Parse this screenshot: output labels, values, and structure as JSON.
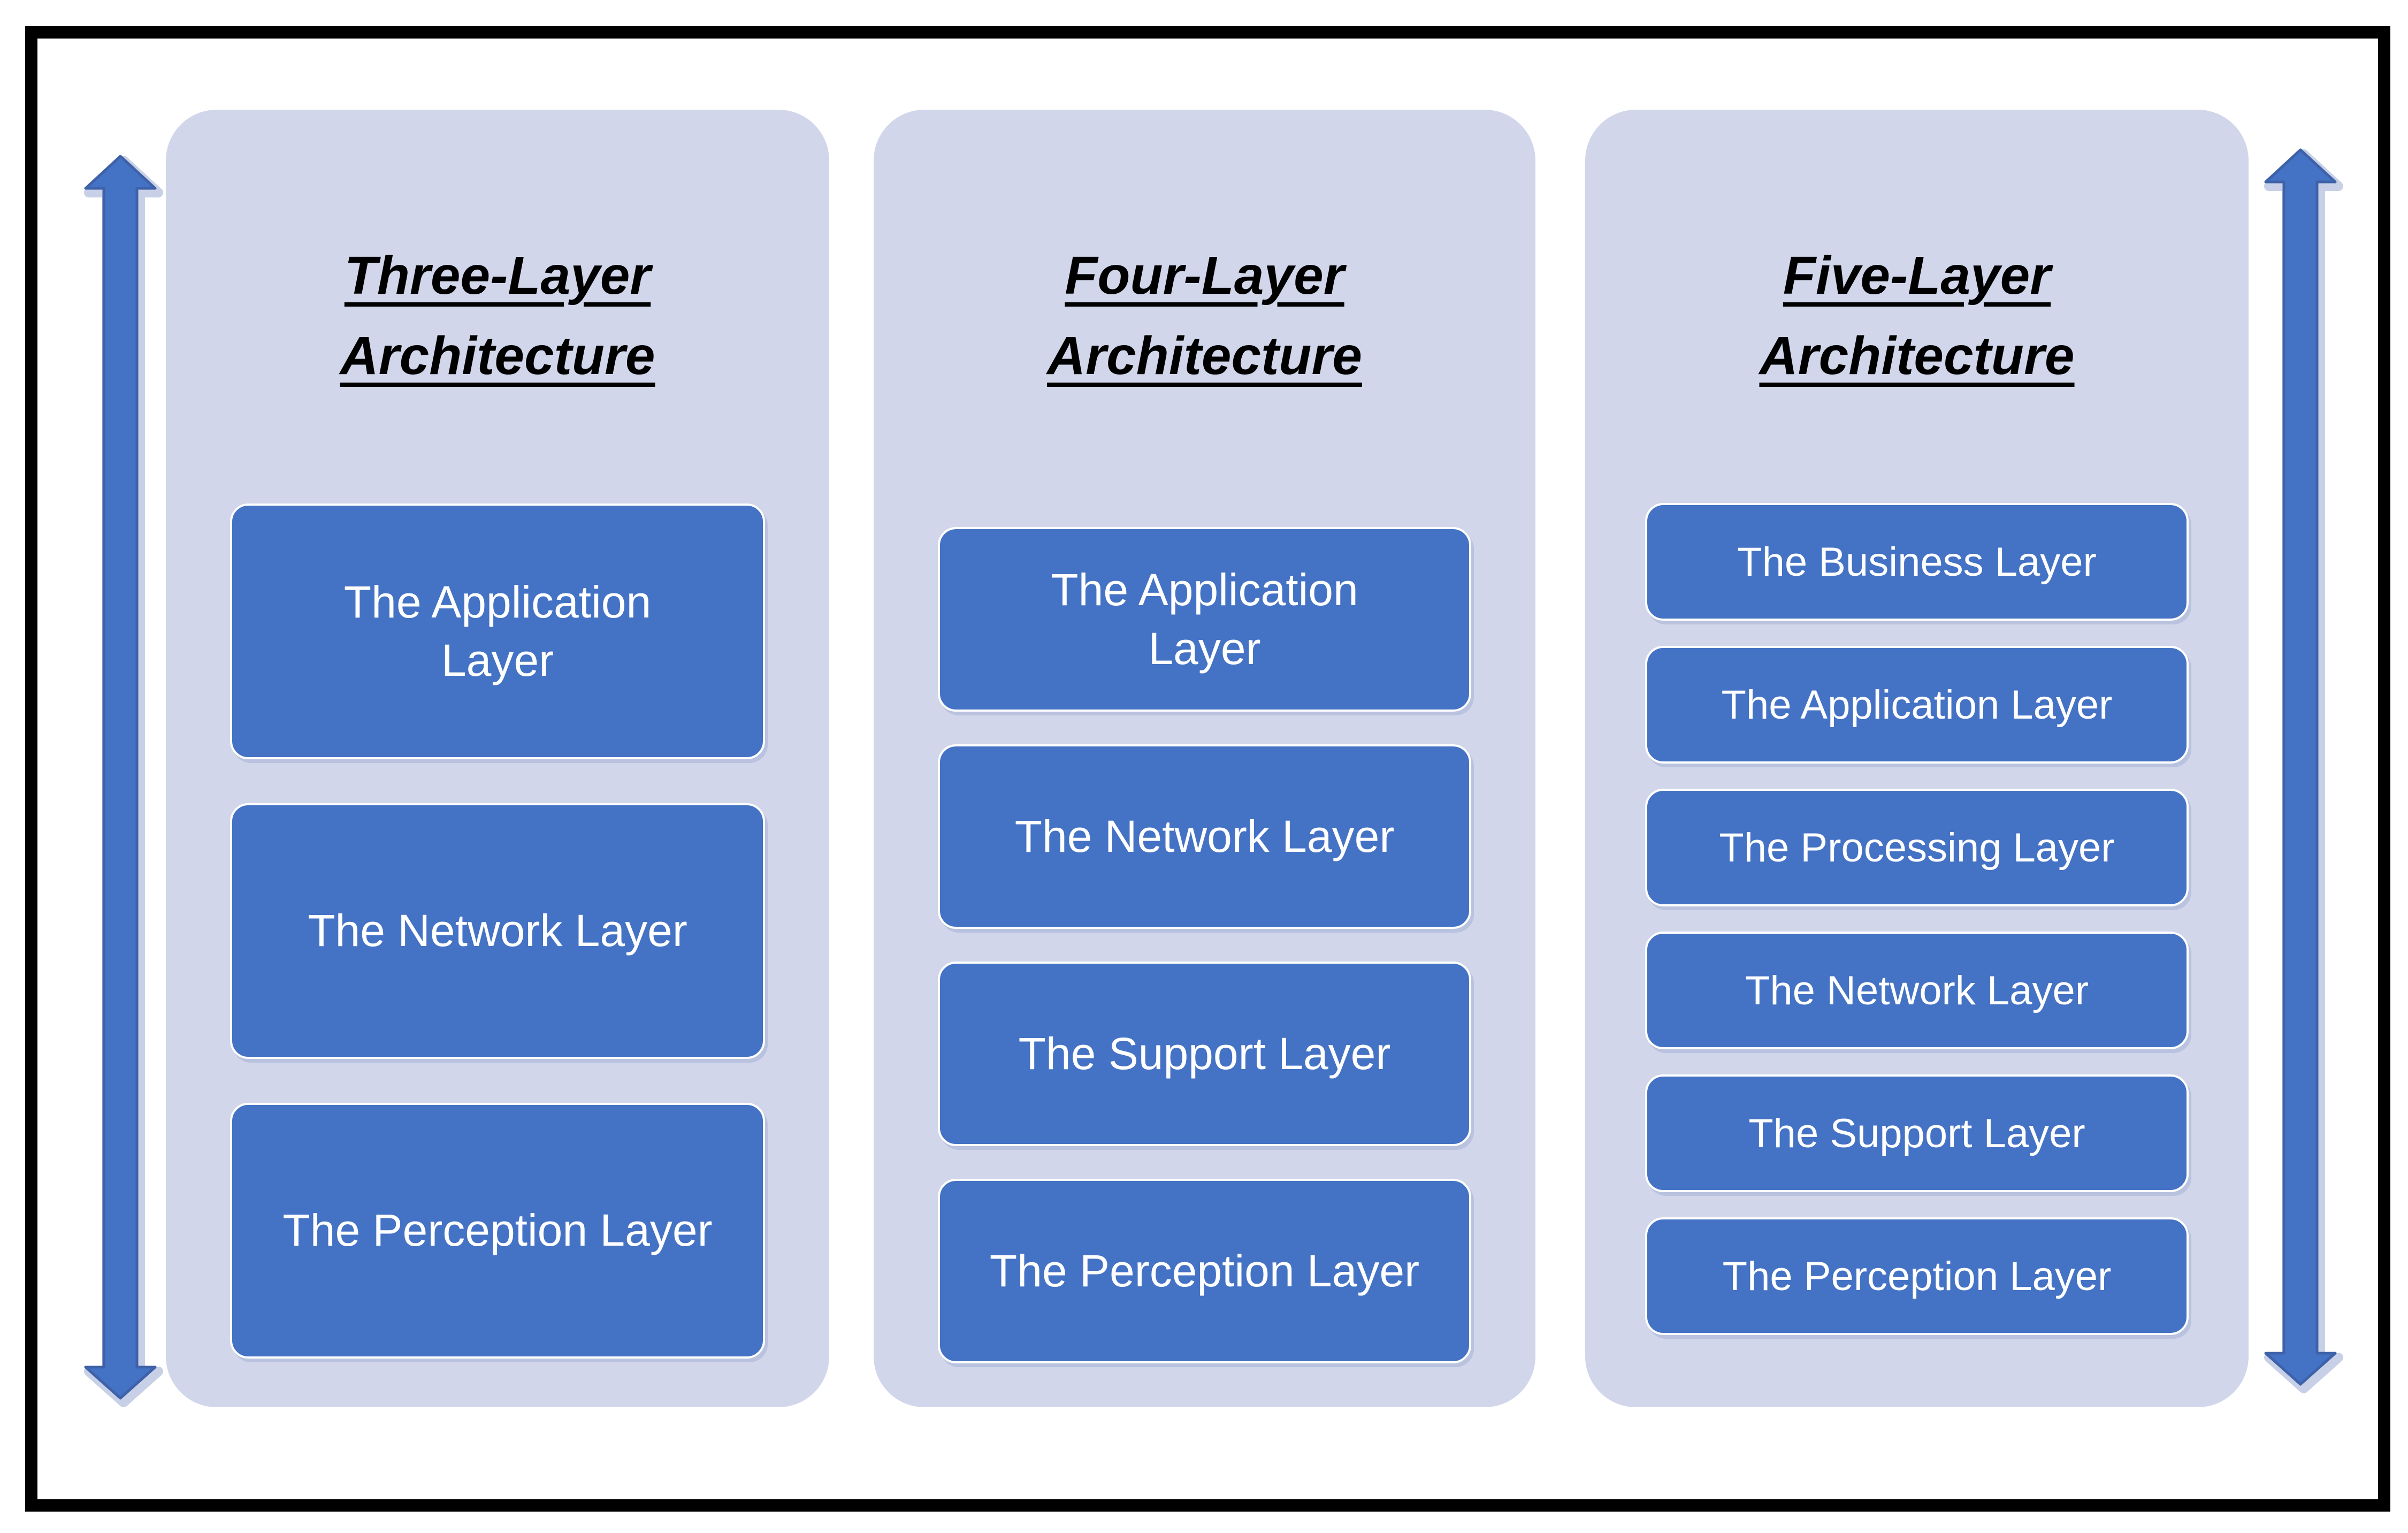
{
  "theme": {
    "page_bg": "#ffffff",
    "frame_border": "#000000",
    "panel_bg": "#d1d6ea",
    "box_bg": "#4472c4",
    "box_border": "#ffffff",
    "layer_text": "#ffffff",
    "title_text": "#000000",
    "arrow_fill": "#4472c4",
    "arrow_stroke": "#3e61a8",
    "arrow_shadow": "#c7d0e6"
  },
  "decorations": {
    "left_arrow": "vertical-double-headed-arrow",
    "right_arrow": "vertical-double-headed-arrow"
  },
  "architectures": [
    {
      "title": "Three-Layer Architecture",
      "layers": [
        "The Application Layer",
        "The Network Layer",
        "The Perception Layer"
      ]
    },
    {
      "title": "Four-Layer Architecture",
      "layers": [
        "The Application Layer",
        "The Network Layer",
        "The Support Layer",
        "The Perception Layer"
      ]
    },
    {
      "title": "Five-Layer Architecture",
      "layers": [
        "The Business Layer",
        "The Application Layer",
        "The Processing Layer",
        "The Network Layer",
        "The Support Layer",
        "The Perception Layer"
      ]
    }
  ]
}
